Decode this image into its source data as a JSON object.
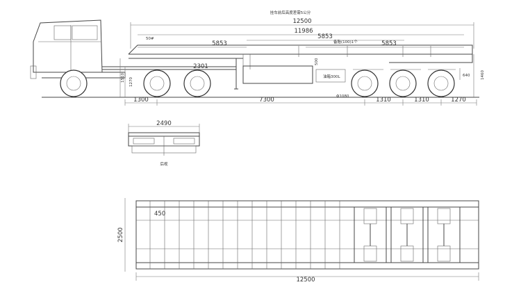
{
  "title_note": "挂车前后高度差需5公分",
  "side_view": {
    "dims_top": {
      "overall": "12500",
      "inner": "11986",
      "mid": "5853"
    },
    "dims_left": {
      "front_height": "1510",
      "fifth_wheel": "1270"
    },
    "dims_mid": {
      "kingpin_offset": "5853",
      "tractor_span": "2301",
      "right_span": "5853",
      "pin_height": "500"
    },
    "dims_bottom": {
      "front_overhang": "1300",
      "wheelbase": "7300",
      "axle_spacing_1": "1310",
      "axle_spacing_2": "1310",
      "rear_overhang": "1270"
    },
    "dims_right": {
      "deck_height": "1460",
      "frame_height": "640"
    },
    "wheel_diameter": "Φ1080",
    "label_kingpin": "50#",
    "label_box": "油箱300L",
    "label_spare": "备胎(100)1个"
  },
  "rear_view": {
    "width": "2490",
    "caption": "后视"
  },
  "top_view": {
    "width": "2500",
    "length": "12500",
    "crossbeam_gap": "450"
  }
}
